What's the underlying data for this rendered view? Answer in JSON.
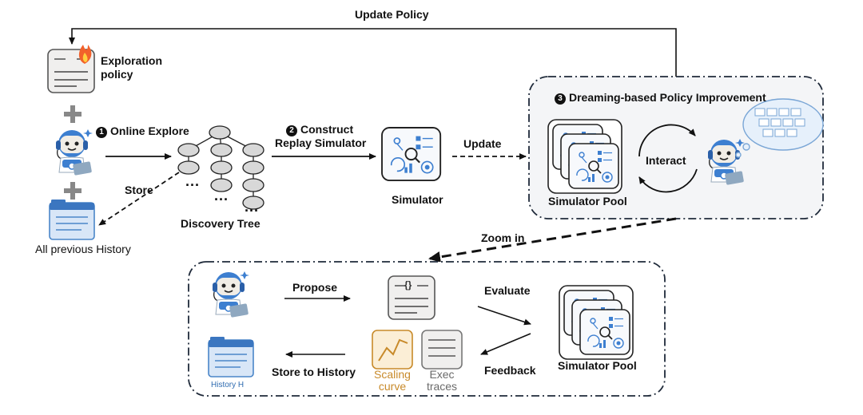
{
  "labels": {
    "update_policy": "Update Policy",
    "exploration_policy": "Exploration\npolicy",
    "online_explore_num": "1",
    "online_explore": "Online Explore",
    "construct_num": "2",
    "construct": "Construct",
    "replay_simulator": "Replay Simulator",
    "update": "Update",
    "store": "Store",
    "discovery_tree": "Discovery Tree",
    "all_previous_history": "All previous History",
    "simulator": "Simulator",
    "dreaming_num": "3",
    "dreaming": "Dreaming-based Policy Improvement",
    "interact": "Interact",
    "simulator_pool_top": "Simulator Pool",
    "zoom_in": "Zoom in",
    "propose": "Propose",
    "evaluate": "Evaluate",
    "feedback": "Feedback",
    "store_to_history": "Store to History",
    "simulator_pool_bottom": "Simulator Pool",
    "scaling_curve": "Scaling\ncurve",
    "exec_traces": "Exec\ntraces",
    "history_h": "History H",
    "code_glyph": "{}",
    "ellipsis": "···"
  },
  "colors": {
    "robot_blue": "#3d7fd0",
    "history_fill": "#d8e6f7",
    "history_stroke": "#4a86c8",
    "scaling_accent": "#c88a2a",
    "panel_fill": "#f4f5f7",
    "node_fill": "#d8d8d8",
    "flame": "#f2612b"
  }
}
